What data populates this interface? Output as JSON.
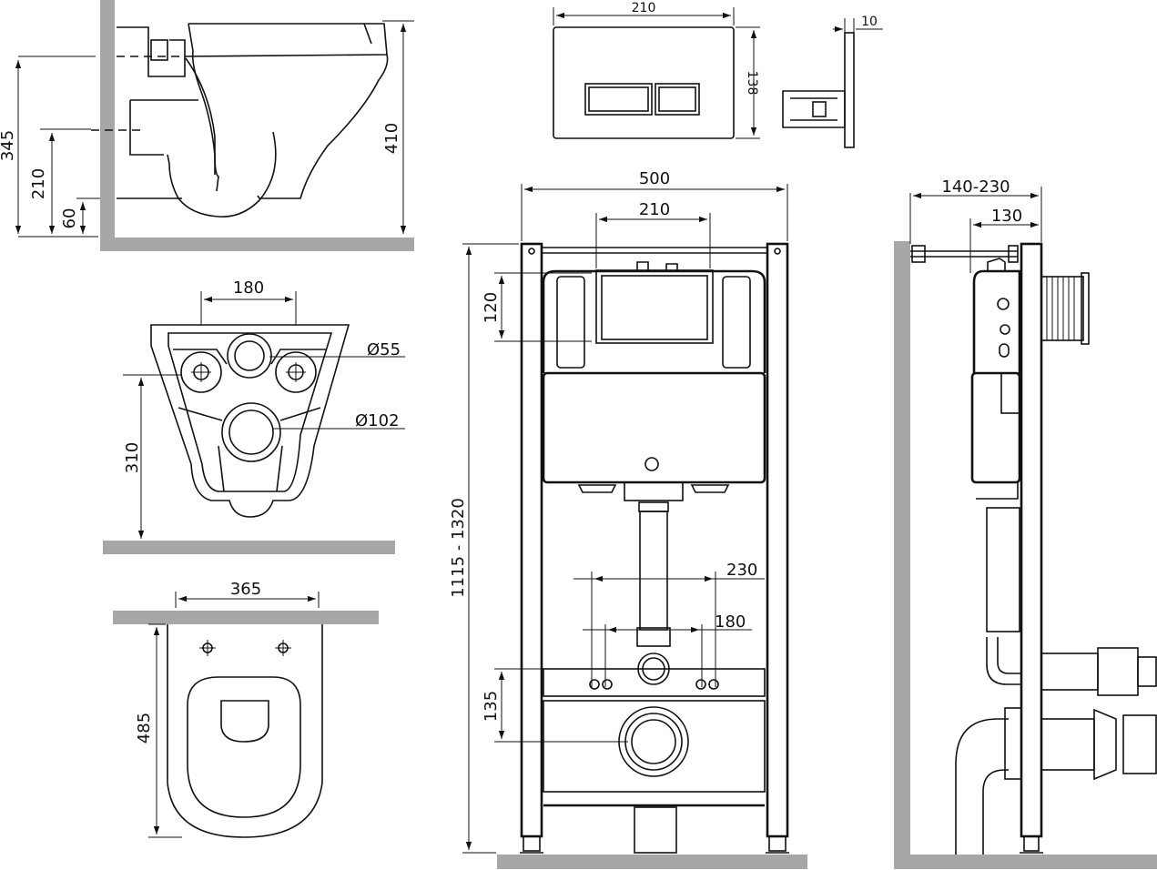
{
  "colors": {
    "line": "#111111",
    "wall": "#a7a7a7",
    "background": "#ffffff"
  },
  "side_view": {
    "dim_345": "345",
    "dim_210": "210",
    "dim_60": "60",
    "dim_410": "410"
  },
  "bottom_view": {
    "dim_180": "180",
    "dim_d55": "Ø55",
    "dim_d102": "Ø102",
    "dim_310": "310"
  },
  "top_view": {
    "dim_365": "365",
    "dim_485": "485"
  },
  "flush_plate": {
    "dim_210": "210",
    "dim_138": "138",
    "dim_10": "10"
  },
  "frame_front": {
    "dim_500": "500",
    "dim_210": "210",
    "dim_120": "120",
    "dim_height": "1115 - 1320",
    "dim_230": "230",
    "dim_180": "180",
    "dim_135": "135"
  },
  "frame_side": {
    "dim_140_230": "140-230",
    "dim_130": "130"
  }
}
